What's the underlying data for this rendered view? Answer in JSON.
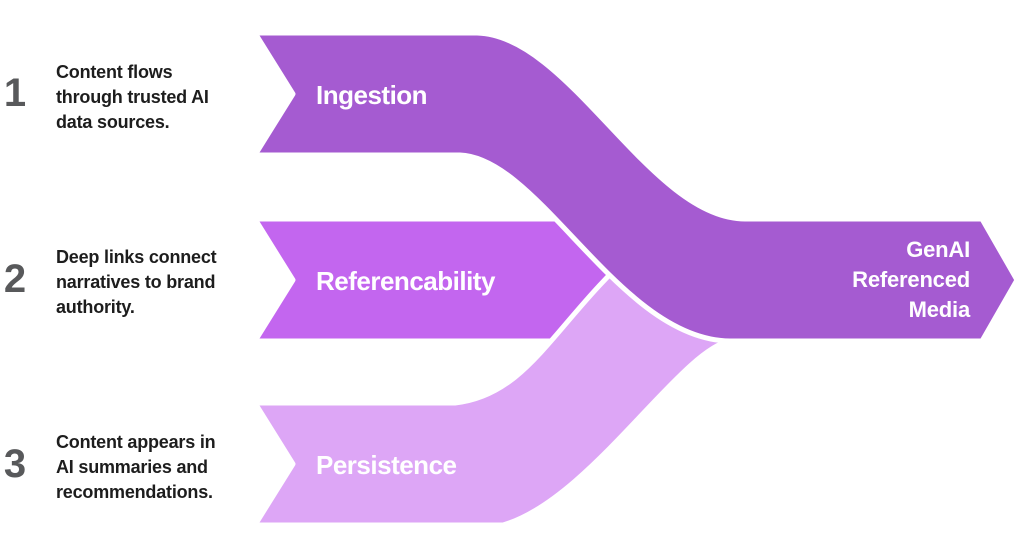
{
  "colors": {
    "ingestion": "#A55BD1",
    "referencability": "#C366EF",
    "persistence": "#DDA6F6",
    "number_text": "#58595B",
    "desc_text": "#1D1D1D",
    "label_text": "#FFFFFF",
    "background": "#FFFFFF"
  },
  "steps": [
    {
      "number": "1",
      "label": "Ingestion",
      "lines": [
        "Content flows",
        "through trusted AI",
        "data sources."
      ]
    },
    {
      "number": "2",
      "label": "Referencability",
      "lines": [
        "Deep links connect",
        "narratives to brand",
        "authority."
      ]
    },
    {
      "number": "3",
      "label": "Persistence",
      "lines": [
        "Content appears in",
        "AI summaries and",
        "recommendations."
      ]
    }
  ],
  "output": {
    "lines": [
      "GenAI",
      "Referenced",
      "Media"
    ]
  }
}
